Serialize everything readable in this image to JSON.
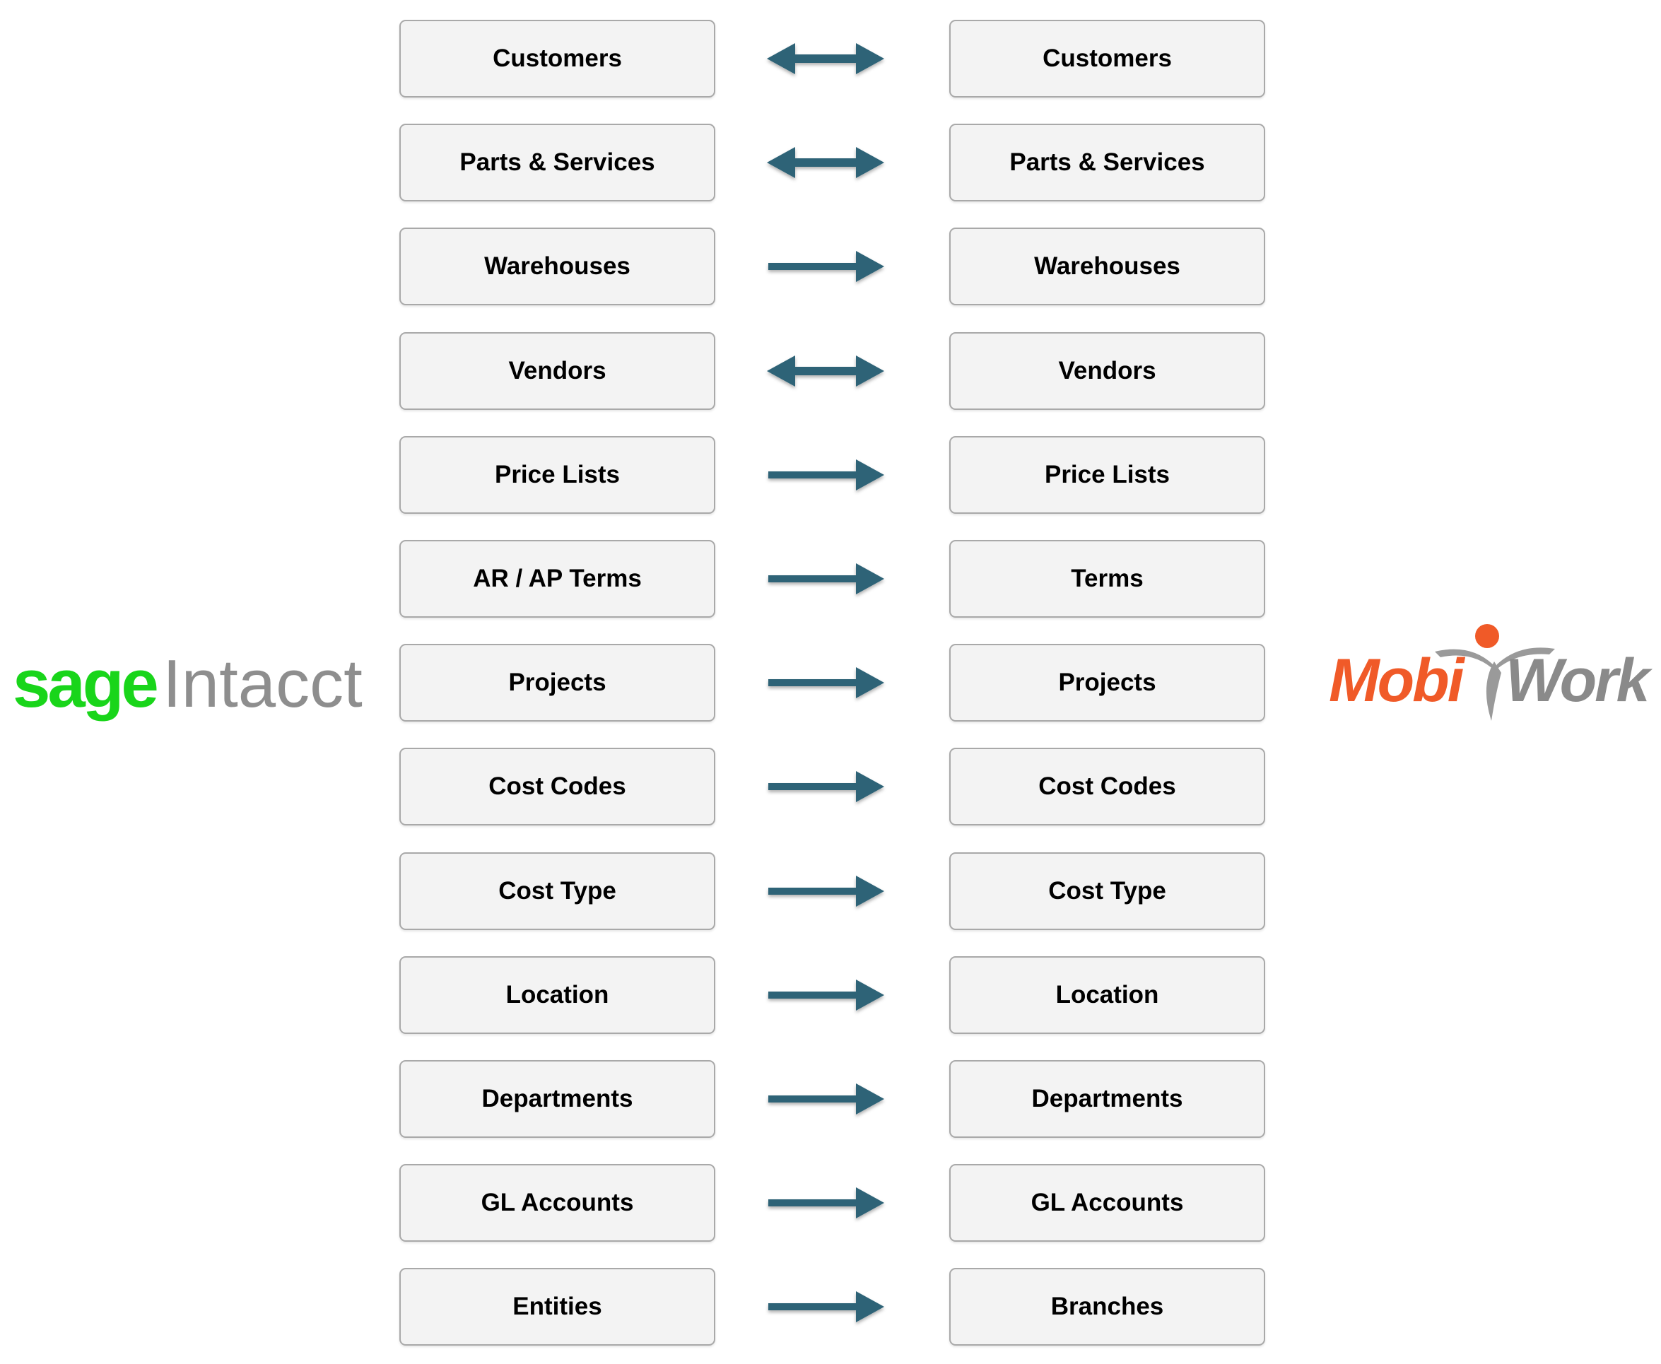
{
  "source_system": {
    "logo_brand": "sage",
    "logo_product": "Intacct",
    "brand_color": "#19d51a",
    "product_color": "#8e8e8e"
  },
  "target_system": {
    "logo_part1": "Mobi",
    "logo_part2": "Work",
    "part1_color": "#f05a28",
    "part2_color": "#8a8a8a"
  },
  "arrow_color": "#2e6377",
  "mappings": [
    {
      "source": "Customers",
      "target": "Customers",
      "direction": "bidirectional"
    },
    {
      "source": "Parts & Services",
      "target": "Parts & Services",
      "direction": "bidirectional"
    },
    {
      "source": "Warehouses",
      "target": "Warehouses",
      "direction": "one-way"
    },
    {
      "source": "Vendors",
      "target": "Vendors",
      "direction": "bidirectional"
    },
    {
      "source": "Price Lists",
      "target": "Price Lists",
      "direction": "one-way"
    },
    {
      "source": "AR / AP Terms",
      "target": "Terms",
      "direction": "one-way"
    },
    {
      "source": "Projects",
      "target": "Projects",
      "direction": "one-way"
    },
    {
      "source": "Cost Codes",
      "target": "Cost Codes",
      "direction": "one-way"
    },
    {
      "source": "Cost Type",
      "target": "Cost Type",
      "direction": "one-way"
    },
    {
      "source": "Location",
      "target": "Location",
      "direction": "one-way"
    },
    {
      "source": "Departments",
      "target": "Departments",
      "direction": "one-way"
    },
    {
      "source": "GL Accounts",
      "target": "GL Accounts",
      "direction": "one-way"
    },
    {
      "source": "Entities",
      "target": "Branches",
      "direction": "one-way"
    }
  ]
}
